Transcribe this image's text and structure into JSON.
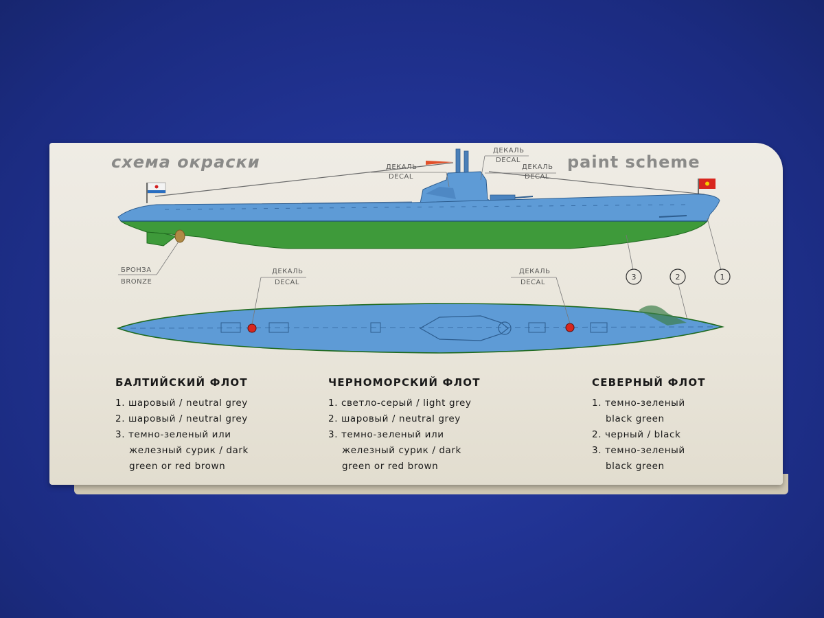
{
  "header": {
    "title_ru": "схема окраски",
    "title_en": "paint scheme"
  },
  "labels": {
    "decal_ru": "ДЕКАЛЬ",
    "decal_en": "DECAL",
    "bronze_ru": "БРОНЗА",
    "bronze_en": "BRONZE"
  },
  "callouts": [
    "3",
    "2",
    "1"
  ],
  "fleets": [
    {
      "name": "БАЛТИЙСКИЙ ФЛОТ",
      "lines": [
        "1. шаровый / neutral grey",
        "2. шаровый / neutral grey",
        "3. темно-зеленый или",
        "железный сурик / dark",
        "green or red brown"
      ]
    },
    {
      "name": "ЧЕРНОМОРСКИЙ ФЛОТ",
      "lines": [
        "1. светло-серый / light grey",
        "2. шаровый / neutral grey",
        "3. темно-зеленый или",
        "железный сурик / dark",
        "green or red brown"
      ]
    },
    {
      "name": "СЕВЕРНЫЙ ФЛОТ",
      "lines": [
        "1. темно-зеленый",
        "black green",
        "2. черный / black",
        "3. темно-зеленый",
        "black green"
      ]
    }
  ],
  "colors": {
    "background": "#2136a0",
    "card": "#ece8de",
    "hull_grey": "#5e9bd6",
    "hull_green": "#3e9a3a",
    "title_grey": "#8a8a88"
  }
}
